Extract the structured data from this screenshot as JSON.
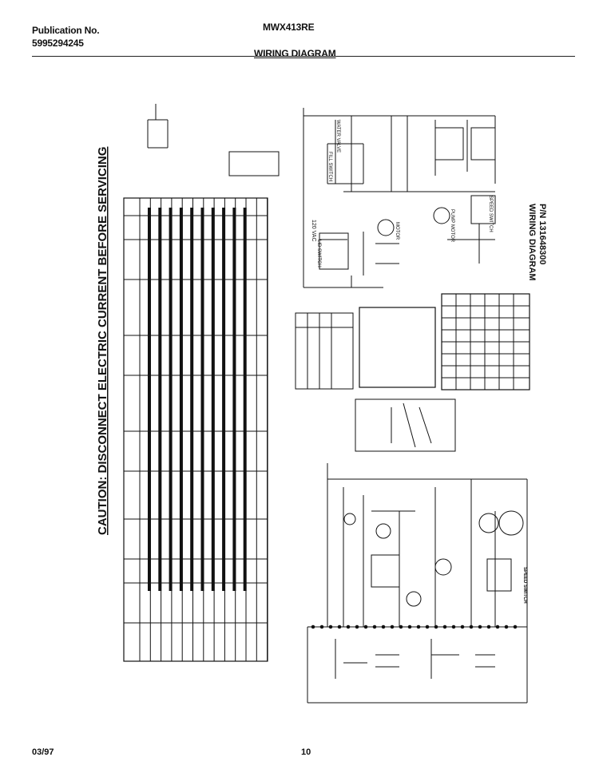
{
  "header": {
    "publication_label": "Publication No.",
    "publication_number": "5995294245",
    "model": "MWX413RE",
    "title": "WIRING DIAGRAM"
  },
  "caution": "CAUTION: DISCONNECT ELECTRIC CURRENT BEFORE SERVICING",
  "wiring_label": {
    "line1": "WIRING DIAGRAM",
    "line2": "P/N 131648300"
  },
  "labels": {
    "vac": "120 VAC",
    "lid_switch": "LID SWITCH",
    "fill_switch": "FILL SWITCH",
    "water_valve": "WATER VALVE",
    "motor": "MOTOR",
    "pump_motor": "PUMP MOTOR",
    "speed_switch": "SPEED SWITCH",
    "speed_switch_2": "SPEED SWITCH"
  },
  "footer": {
    "date": "03/97",
    "page": "10"
  }
}
